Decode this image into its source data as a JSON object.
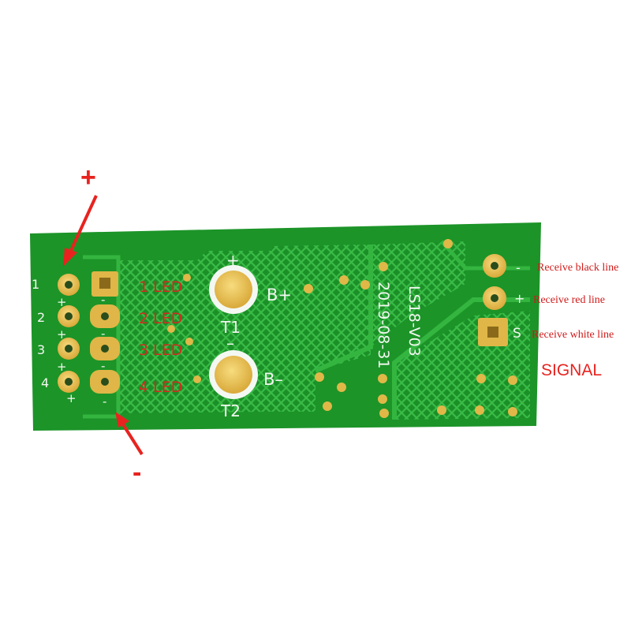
{
  "annotations": {
    "plus_top": "+",
    "minus_bottom": "-",
    "signal": "SIGNAL"
  },
  "pcb": {
    "pin_numbers": [
      "1",
      "2",
      "3",
      "4"
    ],
    "plus_marks": [
      "+",
      "+",
      "+",
      "+"
    ],
    "led_labels": [
      "1 LED",
      "2 LED",
      "3 LED",
      "4 LED"
    ],
    "pad_polarity_marks": [
      "-",
      "-",
      "-",
      "-"
    ],
    "t1_plus": "+",
    "t2_minus": "–",
    "t1_label": "T1",
    "t2_label": "T2",
    "b_plus": "B+",
    "b_minus": "B–",
    "model": "LS18-V03",
    "date": "2019-08-31",
    "header_minus": "-",
    "header_plus": "+",
    "header_s": "S"
  },
  "receive_labels": [
    "Receive black line",
    "Receive red line",
    "Receive white line"
  ],
  "colors": {
    "board": "#1f9a2a",
    "board_light": "#2db53a",
    "pad_gold": "#e2bb45",
    "annotation_red": "#e8231f"
  }
}
